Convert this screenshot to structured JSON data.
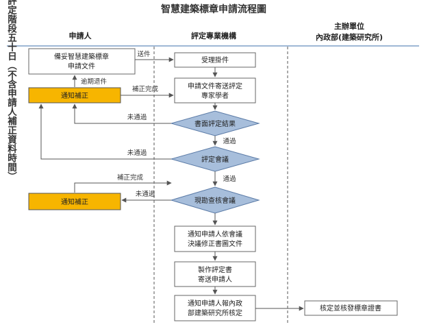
{
  "title": "智慧建築標章申請流程圖",
  "lanes": {
    "applicant": "申請人",
    "review_org": "評定專業機構",
    "authority_line1": "主辦單位",
    "authority_line2": "內政部(建築研究所)"
  },
  "side_note": "評定階段五十日（不含申請人補正資料時間）",
  "nodes": {
    "prepare_docs": [
      "備妥智慧建築標章",
      "申請文件"
    ],
    "notify_fix_1": "通知補正",
    "accept": "受理掛件",
    "send_experts": [
      "申請文件寄送評定",
      "專家學者"
    ],
    "doc_review": "書面評定結果",
    "review_meeting": "評定會議",
    "notify_fix_2": "通知補正",
    "site_meeting": "現勘查核會議",
    "notify_revise": [
      "通知申請人依會議",
      "決議修正書圖文件"
    ],
    "make_cert": [
      "製作評定書",
      "寄送申請人"
    ],
    "notify_report": [
      "通知申請人報內政",
      "部建築研究所核定"
    ],
    "approve": "核定並核發標章證書"
  },
  "edge_labels": {
    "send": "送件",
    "overdue_return": "逾期退件",
    "fix_done_1": "補正完成",
    "not_passed_1": "未通過",
    "passed_1": "通過",
    "not_passed_2": "未通過",
    "fix_done_2": "補正完成",
    "passed_2": "通過",
    "not_passed_3": "未通過"
  }
}
